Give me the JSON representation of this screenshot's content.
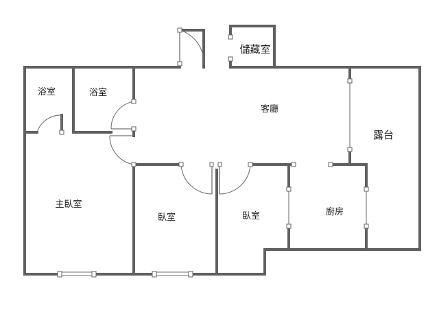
{
  "rooms": {
    "storage": "儲藏室",
    "bath_1": "浴室",
    "bath_2": "浴室",
    "living": "客廳",
    "terrace": "露台",
    "master_bedroom": "主臥室",
    "bedroom_1": "臥室",
    "bedroom_2": "臥室",
    "kitchen": "廚房"
  },
  "colors": {
    "wall": "#606060",
    "background": "#ffffff",
    "text": "#222222"
  }
}
